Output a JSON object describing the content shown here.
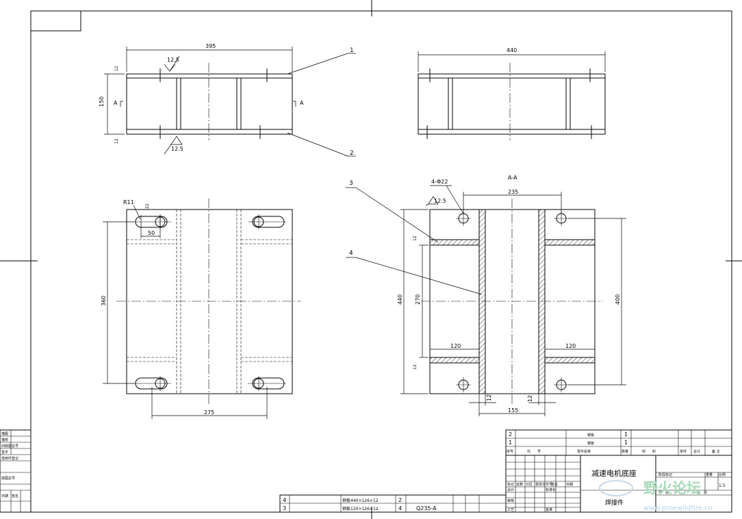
{
  "dims": {
    "top_width": "395",
    "top_height": "150",
    "top_flange_top": "12",
    "top_flange_bottom": "12",
    "roughness_top": "12.5",
    "roughness_bottom": "12.5",
    "side_width": "440",
    "plan_radius": "R11",
    "plan_slot_width": "22",
    "plan_slot_len": "50",
    "plan_height": "360",
    "plan_bottom": "275",
    "section_holes": "4-Φ22",
    "section_roughness": "12.5",
    "section_hole_span": "235",
    "section_height_left": "440",
    "section_inner": "270",
    "section_plate_top": "12",
    "section_plate_bottom": "12",
    "section_rib_left": "120",
    "section_rib_right": "120",
    "section_height_right": "400",
    "section_web_left": "12",
    "section_web_right": "12",
    "section_bottom": "155"
  },
  "labels": {
    "section_left": "A",
    "section_right": "A",
    "section_title": "A-A",
    "callout_1": "1",
    "callout_2": "2",
    "callout_3": "3",
    "callout_4": "4"
  },
  "bom_rows": [
    {
      "no": "2",
      "name": "钢板",
      "qty": "1"
    },
    {
      "no": "1",
      "name": "钢板",
      "qty": "1"
    }
  ],
  "bom_header": {
    "no": "序号",
    "code": "代　　号",
    "name": "零件名称",
    "qty": "数量",
    "material": "材　　料",
    "unit_weight": "单件",
    "total_weight": "总计",
    "remark": "备 注"
  },
  "title_block": {
    "drawing_name": "减速电机底座",
    "subtitle": "焊接件",
    "scale": "1:5",
    "stage_label": "阶段标记",
    "weight_label": "重量",
    "scale_label": "比例",
    "sheet_total": "共　张",
    "sheet_no": "第　张",
    "rev_labels": [
      "标记",
      "处数",
      "分区",
      "更改文件号",
      "签名",
      "日期"
    ],
    "role_labels": [
      "设计",
      "审核",
      "工艺"
    ],
    "std_labels": [
      "标准化",
      "批准"
    ]
  },
  "lower_bom": [
    {
      "no": "4",
      "spec": "钢板440×126×12",
      "qty": "2",
      "material": ""
    },
    {
      "no": "3",
      "spec": "钢板120×126×12",
      "qty": "4",
      "material": "Q235-A"
    }
  ],
  "side_stamp": [
    "借用件登记",
    "底图总号",
    "日期",
    "签名",
    "描图",
    "描校",
    "旧底图总号",
    "签字"
  ],
  "watermark": {
    "brand": "野火论坛",
    "url": "www.proewildfire.cn"
  }
}
